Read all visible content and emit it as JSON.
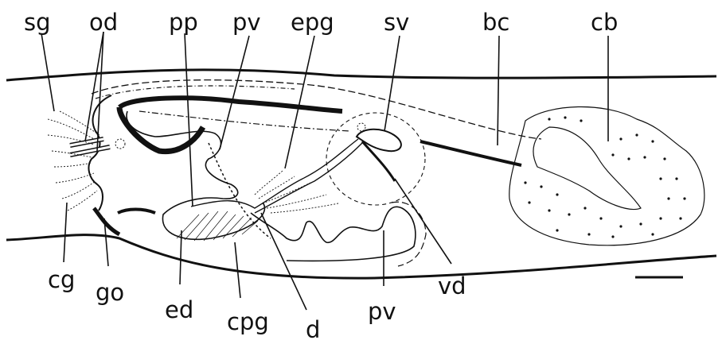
{
  "labels": {
    "sg": "sg",
    "od": "od",
    "pp": "pp",
    "pv_top": "pv",
    "epg": "epg",
    "sv": "sv",
    "bc": "bc",
    "cb": "cb",
    "cg": "cg",
    "go": "go",
    "ed": "ed",
    "cpg": "cpg",
    "d": "d",
    "pv_bottom": "pv",
    "vd": "vd"
  },
  "colors": {
    "ink": "#111111",
    "background": "#ffffff"
  }
}
